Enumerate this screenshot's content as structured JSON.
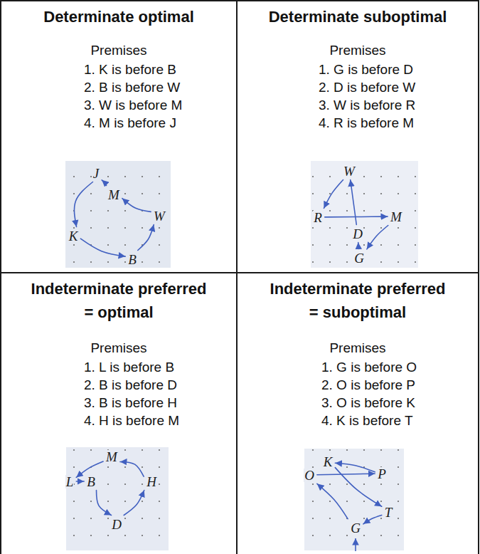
{
  "diagram": {
    "nodes": [
      {
        "text": [
          "Determinate optimal",
          "Premises",
          "1. K is before B",
          "2. B is before W",
          "3. W is before M",
          "4. M is before J"
        ]
      },
      {
        "text": [
          "J"
        ],
        "in": 0
      },
      {
        "text": [
          "M"
        ],
        "in": 0
      },
      {
        "text": [
          "W"
        ],
        "in": 0
      },
      {
        "text": [
          "K"
        ],
        "in": 0
      },
      {
        "text": [
          "B"
        ],
        "in": 0
      },
      {
        "text": [
          "Determinate suboptimal",
          "Premises",
          "1. G is before D",
          "2. D is before W",
          "3. W is before R",
          "4. R is before M"
        ]
      },
      {
        "text": [
          "W"
        ],
        "in": 6
      },
      {
        "text": [
          "R"
        ],
        "in": 6
      },
      {
        "text": [
          "M"
        ],
        "in": 6
      },
      {
        "text": [
          "D"
        ],
        "in": 6
      },
      {
        "text": [
          "G"
        ],
        "in": 6
      },
      {
        "text": [
          "Indeterminate preferred = optimal",
          "Premises",
          "1. L is before B",
          "2. B is before D",
          "3. B is before H",
          "4. H is before M"
        ]
      },
      {
        "text": [
          "M"
        ],
        "in": 12
      },
      {
        "text": [
          "L"
        ],
        "in": 12
      },
      {
        "text": [
          "B"
        ],
        "in": 12
      },
      {
        "text": [
          "H"
        ],
        "in": 12
      },
      {
        "text": [
          "D"
        ],
        "in": 12
      },
      {
        "text": [
          "Indeterminate preferred = suboptimal",
          "Premises",
          "1. G is before O",
          "2. O is before P",
          "3. O is before K",
          "4. K is before T"
        ]
      },
      {
        "text": [
          "K"
        ],
        "in": 18
      },
      {
        "text": [
          "O"
        ],
        "in": 18
      },
      {
        "text": [
          "P"
        ],
        "in": 18
      },
      {
        "text": [
          "T"
        ],
        "in": 18
      },
      {
        "text": [
          "G"
        ],
        "in": 18
      }
    ],
    "edges": [
      {
        "from": 4,
        "to": 5,
        "arrow": "to"
      },
      {
        "from": 5,
        "to": 3,
        "arrow": "to"
      },
      {
        "from": 3,
        "to": 2,
        "arrow": "to"
      },
      {
        "from": 2,
        "to": 1,
        "arrow": "to"
      },
      {
        "from": 1,
        "to": 4,
        "arrow": "to"
      },
      {
        "from": 11,
        "to": 10,
        "arrow": "to"
      },
      {
        "from": 10,
        "to": 7,
        "arrow": "to"
      },
      {
        "from": 7,
        "to": 8,
        "arrow": "to"
      },
      {
        "from": 8,
        "to": 9,
        "arrow": "to"
      },
      {
        "from": 9,
        "to": 11,
        "arrow": "to"
      },
      {
        "from": 14,
        "to": 15,
        "arrow": "to"
      },
      {
        "from": 15,
        "to": 17,
        "arrow": "to"
      },
      {
        "from": 17,
        "to": 16,
        "arrow": "to"
      },
      {
        "from": 16,
        "to": 13,
        "arrow": "to"
      },
      {
        "from": 13,
        "to": 14,
        "arrow": "to"
      },
      {
        "from": 23,
        "to": 20,
        "arrow": "to"
      },
      {
        "from": 20,
        "to": 21,
        "arrow": "to"
      },
      {
        "from": 21,
        "to": 19,
        "arrow": "to"
      },
      {
        "from": 19,
        "to": 22,
        "arrow": "to"
      },
      {
        "from": 22,
        "to": 23,
        "arrow": "to"
      }
    ]
  }
}
